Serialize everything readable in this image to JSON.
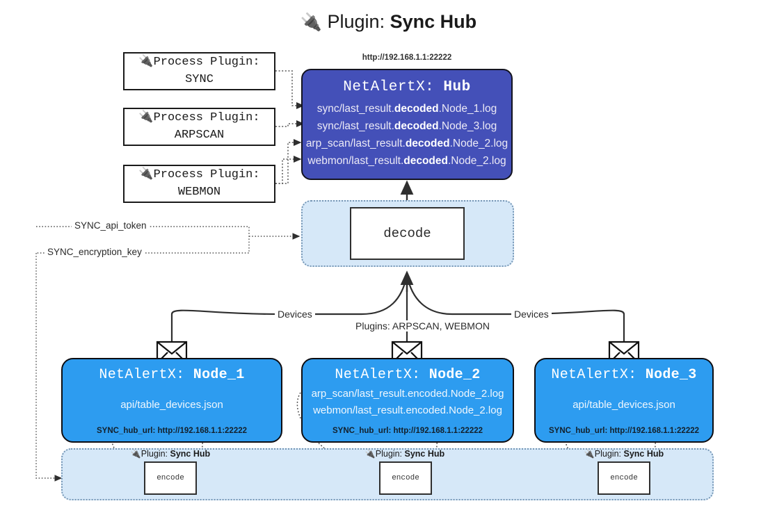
{
  "title": {
    "icon": "plug-icon",
    "prefix": "Plugin:",
    "name": "Sync Hub"
  },
  "process_plugins": [
    {
      "icon": "plug-icon",
      "line1": "Process Plugin:",
      "line2": "SYNC"
    },
    {
      "icon": "plug-icon",
      "line1": "Process Plugin:",
      "line2": "ARPSCAN"
    },
    {
      "icon": "plug-icon",
      "line1": "Process Plugin:",
      "line2": "WEBMON"
    }
  ],
  "hub": {
    "url": "http://192.168.1.1:22222",
    "title_prefix": "NetAlertX:",
    "title_name": "Hub",
    "lines": [
      {
        "pre": "sync/last_result.",
        "strong": "decoded",
        "post": ".Node_1.log"
      },
      {
        "pre": "sync/last_result.",
        "strong": "decoded",
        "post": ".Node_3.log"
      },
      {
        "pre": "arp_scan/last_result.",
        "strong": "decoded",
        "post": ".Node_2.log"
      },
      {
        "pre": "webmon/last_result.",
        "strong": "decoded",
        "post": ".Node_2.log"
      }
    ]
  },
  "decode": {
    "label": "decode"
  },
  "secrets": [
    {
      "label": "SYNC_api_token"
    },
    {
      "label": "SYNC_encryption_key"
    }
  ],
  "edge_labels": {
    "devices_left": "Devices",
    "devices_right": "Devices",
    "plugins_center": "Plugins: ARPSCAN, WEBMON"
  },
  "nodes": [
    {
      "icon": "envelope-icon",
      "title_prefix": "NetAlertX:",
      "title_name": "Node_1",
      "lines": [
        "api/table_devices.json"
      ],
      "hub_url": "SYNC_hub_url: http://192.168.1.1:22222"
    },
    {
      "icon": "envelope-icon",
      "title_prefix": "NetAlertX:",
      "title_name": "Node_2",
      "lines": [
        "arp_scan/last_result.encoded.Node_2.log",
        "webmon/last_result.encoded.Node_2.log"
      ],
      "hub_url": "SYNC_hub_url: http://192.168.1.1:22222"
    },
    {
      "icon": "envelope-icon",
      "title_prefix": "NetAlertX:",
      "title_name": "Node_3",
      "lines": [
        "api/table_devices.json"
      ],
      "hub_url": "SYNC_hub_url: http://192.168.1.1:22222"
    }
  ],
  "encoders": [
    {
      "icon": "plug-icon",
      "label_prefix": "Plugin:",
      "label_name": "Sync Hub",
      "box": "encode"
    },
    {
      "icon": "plug-icon",
      "label_prefix": "Plugin:",
      "label_name": "Sync Hub",
      "box": "encode"
    },
    {
      "icon": "plug-icon",
      "label_prefix": "Plugin:",
      "label_name": "Sync Hub",
      "box": "encode"
    }
  ],
  "colors": {
    "hub_fill": "#4450b8",
    "node_fill": "#2d9cf0",
    "band_fill": "#d6e8f8",
    "band_border": "#7596b5",
    "stroke": "#2f2f2f"
  }
}
